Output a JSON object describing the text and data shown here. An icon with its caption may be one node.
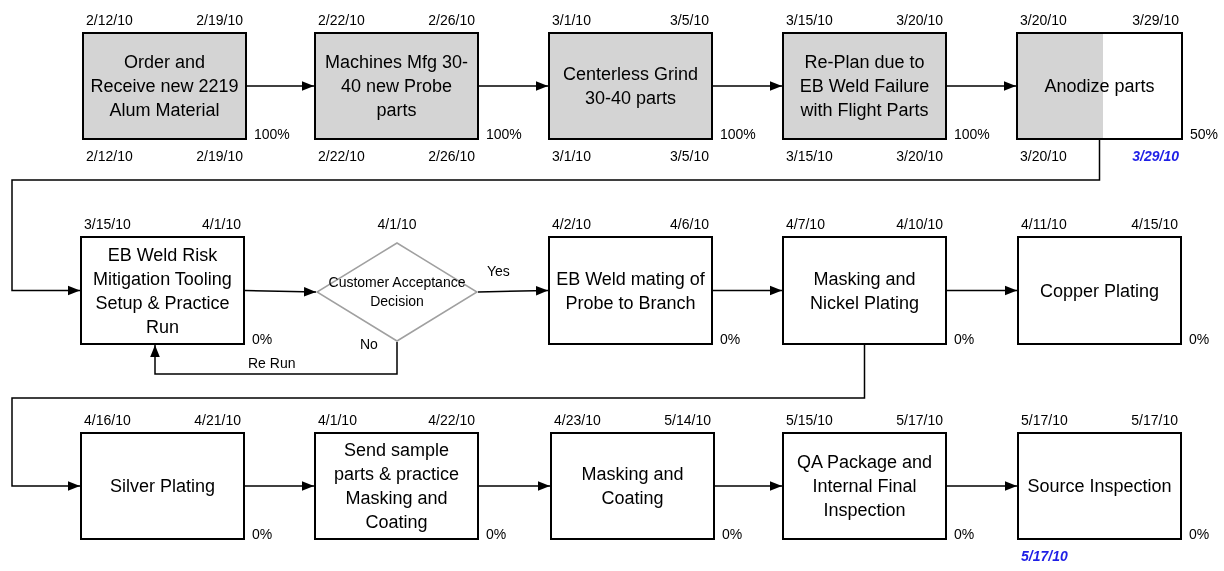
{
  "diagram": {
    "nodes": [
      {
        "text": [
          "Order and Receive new 2219 Alum Material"
        ],
        "beside": [
          "2/12/10",
          "2/19/10",
          "100%",
          "2/12/10",
          "2/19/10"
        ]
      },
      {
        "text": [
          "Machines Mfg 30-40 new Probe parts"
        ],
        "beside": [
          "2/22/10",
          "2/26/10",
          "100%",
          "2/22/10",
          "2/26/10"
        ]
      },
      {
        "text": [
          "Centerless Grind 30-40 parts"
        ],
        "beside": [
          "3/1/10",
          "3/5/10",
          "100%",
          "3/1/10",
          "3/5/10"
        ]
      },
      {
        "text": [
          "Re-Plan due to EB Weld Failure with Flight Parts"
        ],
        "beside": [
          "3/15/10",
          "3/20/10",
          "100%",
          "3/15/10",
          "3/20/10"
        ]
      },
      {
        "text": [
          "Anodize parts"
        ],
        "beside": [
          "3/20/10",
          "3/29/10",
          "50%",
          "3/20/10",
          "3/29/10"
        ]
      },
      {
        "text": [
          "EB Weld Risk Mitigation Tooling Setup & Practice Run"
        ],
        "beside": [
          "3/15/10",
          "4/1/10",
          "0%"
        ]
      },
      {
        "text": [
          "Customer Acceptance Decision"
        ],
        "beside": [
          "4/1/10"
        ]
      },
      {
        "text": [
          "EB Weld mating of Probe to Branch"
        ],
        "beside": [
          "4/2/10",
          "4/6/10",
          "0%"
        ]
      },
      {
        "text": [
          "Masking and Nickel Plating"
        ],
        "beside": [
          "4/7/10",
          "4/10/10",
          "0%"
        ]
      },
      {
        "text": [
          "Copper Plating"
        ],
        "beside": [
          "4/11/10",
          "4/15/10",
          "0%"
        ]
      },
      {
        "text": [
          "Silver Plating"
        ],
        "beside": [
          "4/16/10",
          "4/21/10",
          "0%"
        ]
      },
      {
        "text": [
          "Send sample parts & practice Masking and Coating"
        ],
        "beside": [
          "4/1/10",
          "4/22/10",
          "0%"
        ]
      },
      {
        "text": [
          "Masking and Coating"
        ],
        "beside": [
          "4/23/10",
          "5/14/10",
          "0%"
        ]
      },
      {
        "text": [
          "QA Package and Internal Final Inspection"
        ],
        "beside": [
          "5/15/10",
          "5/17/10",
          "0%"
        ]
      },
      {
        "text": [
          "Source Inspection"
        ],
        "beside": [
          "5/17/10",
          "5/17/10",
          "0%",
          "5/17/10"
        ]
      }
    ],
    "edges": [
      {
        "from": 0,
        "to": 1,
        "arrow": "to"
      },
      {
        "from": 1,
        "to": 2,
        "arrow": "to"
      },
      {
        "from": 2,
        "to": 3,
        "arrow": "to"
      },
      {
        "from": 3,
        "to": 4,
        "arrow": "to"
      },
      {
        "from": 4,
        "to": 5,
        "arrow": "to"
      },
      {
        "from": 5,
        "to": 6,
        "arrow": "to"
      },
      {
        "from": 6,
        "to": 7,
        "arrow": "to",
        "label": "Yes"
      },
      {
        "from": 6,
        "to": 5,
        "arrow": "to",
        "label": "Re Run"
      },
      {
        "from": 7,
        "to": 8,
        "arrow": "to"
      },
      {
        "from": 8,
        "to": 9,
        "arrow": "to"
      },
      {
        "from": 8,
        "to": 10,
        "arrow": "to"
      },
      {
        "from": 10,
        "to": 11,
        "arrow": "to"
      },
      {
        "from": 11,
        "to": 12,
        "arrow": "to"
      },
      {
        "from": 12,
        "to": 13,
        "arrow": "to"
      },
      {
        "from": 13,
        "to": 14,
        "arrow": "to"
      }
    ],
    "labels": [
      "No"
    ]
  }
}
